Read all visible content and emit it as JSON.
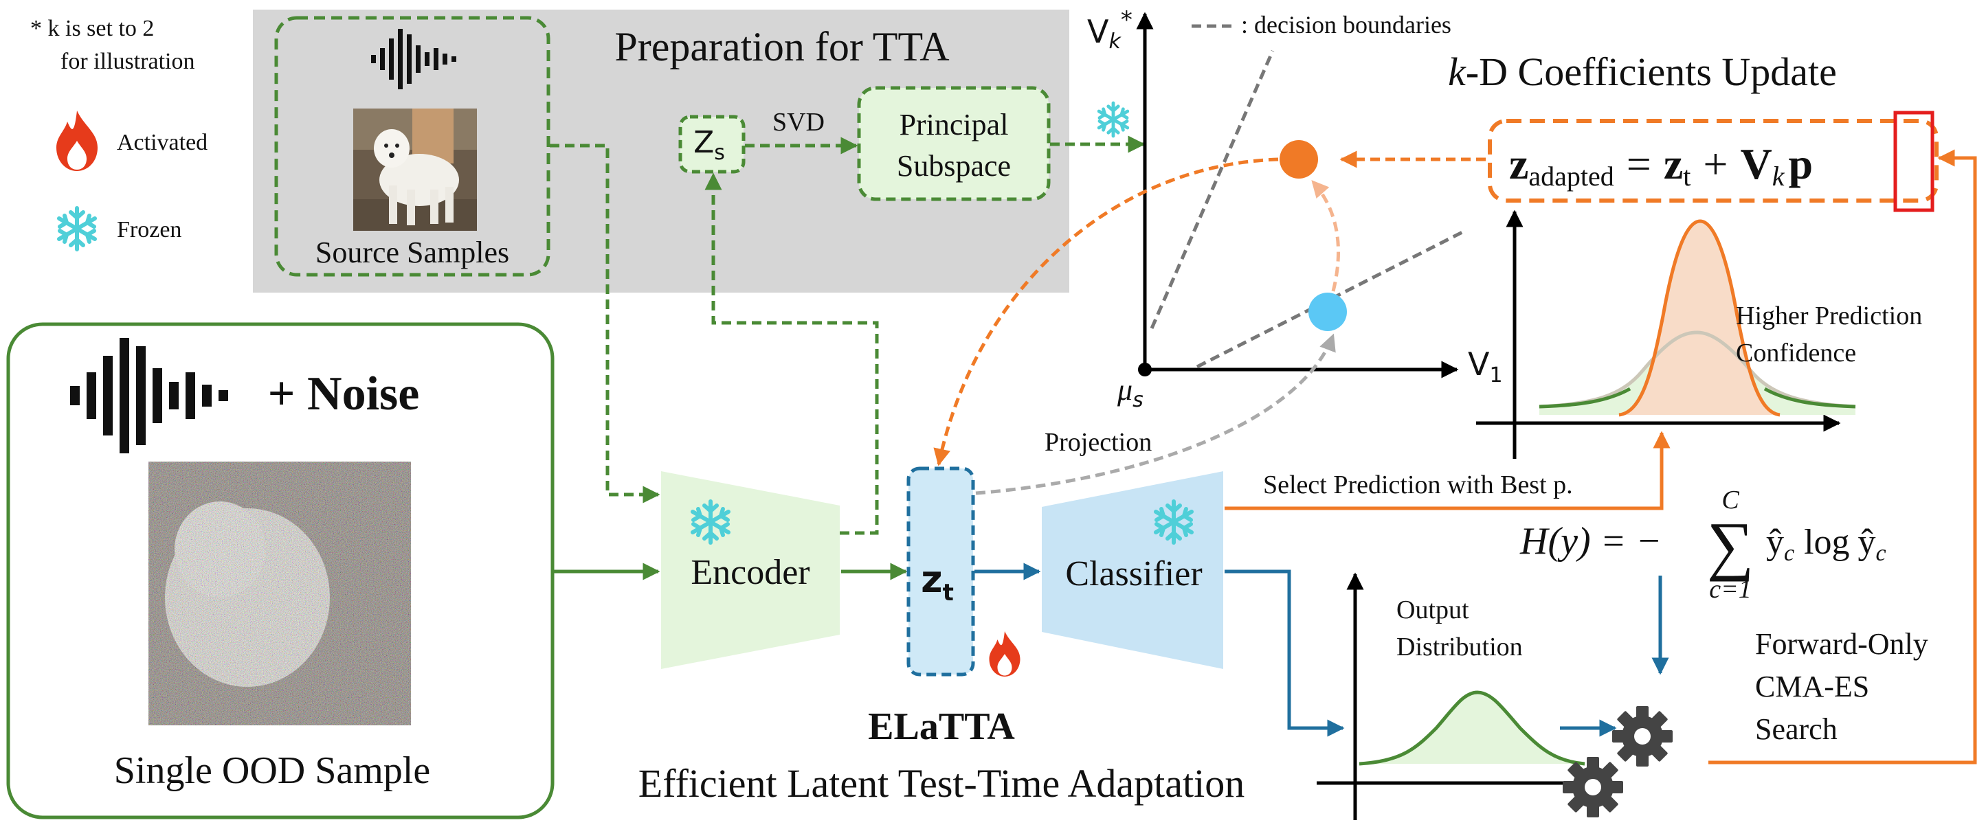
{
  "legend": {
    "note_line1": "* k is set to 2",
    "note_line2": "for illustration",
    "activated_label": "Activated",
    "frozen_label": "Frozen"
  },
  "preparation": {
    "title": "Preparation for TTA",
    "source_samples_label": "Source Samples",
    "zs_label": "Z",
    "zs_sub": "s",
    "svd_label": "SVD",
    "principal_subspace_line1": "Principal",
    "principal_subspace_line2": "Subspace"
  },
  "ood_sample": {
    "noise_label": "+ Noise",
    "caption": "Single OOD Sample"
  },
  "pipeline": {
    "encoder_label": "Encoder",
    "zt_label": "z",
    "zt_sub": "t",
    "classifier_label": "Classifier",
    "projection_label": "Projection",
    "select_prediction_label": "Select Prediction with Best p.",
    "method_name": "ELaTTA",
    "method_full_name": "Efficient Latent Test-Time Adaptation"
  },
  "latent_plot": {
    "y_axis_label": "V",
    "y_axis_sub": "k",
    "y_axis_sup": "*",
    "x_axis_label": "V",
    "x_axis_sub": "1",
    "origin_label": "μ",
    "origin_sub": "s",
    "boundary_legend": ": decision boundaries"
  },
  "coefficients": {
    "title_k": "k",
    "title_rest": "-D Coefficients Update",
    "eq_z": "z",
    "eq_adapted": "adapted",
    "eq_equals": "=",
    "eq_zt": "z",
    "eq_t": "t",
    "eq_plus": "+",
    "eq_V": "V",
    "eq_k": "k",
    "eq_p": "p"
  },
  "confidence_plot": {
    "label_line1": "Higher Prediction",
    "label_line2": "Confidence"
  },
  "entropy": {
    "lhs": "H(y) = −",
    "sum_symbol": "∑",
    "upper_limit": "C",
    "lower_limit": "c=1",
    "term": "ŷ",
    "term_sub": "c",
    "log": "log",
    "term2": "ŷ",
    "term2_sub": "c"
  },
  "output_plot": {
    "label_line1": "Output",
    "label_line2": "Distribution"
  },
  "search": {
    "line1": "Forward-Only",
    "line2": "CMA-ES",
    "line3": "Search"
  },
  "colors": {
    "green_dark": "#4a8a35",
    "green_fill": "#e4f5dc",
    "gray_panel": "#d6d6d6",
    "blue_line": "#1f6f9e",
    "blue_fill": "#cfe9f7",
    "orange": "#f07a26",
    "light_orange_fill": "#f8dcc8",
    "red_box": "#e41e1e",
    "cyan_point": "#5bc8f5",
    "gray_dashed": "#777777"
  },
  "icons": {
    "flame": "flame-icon",
    "snowflake": "snowflake-icon",
    "waveform": "waveform-icon",
    "gear": "gear-icon",
    "dog_photo": "dog-photo-icon"
  }
}
